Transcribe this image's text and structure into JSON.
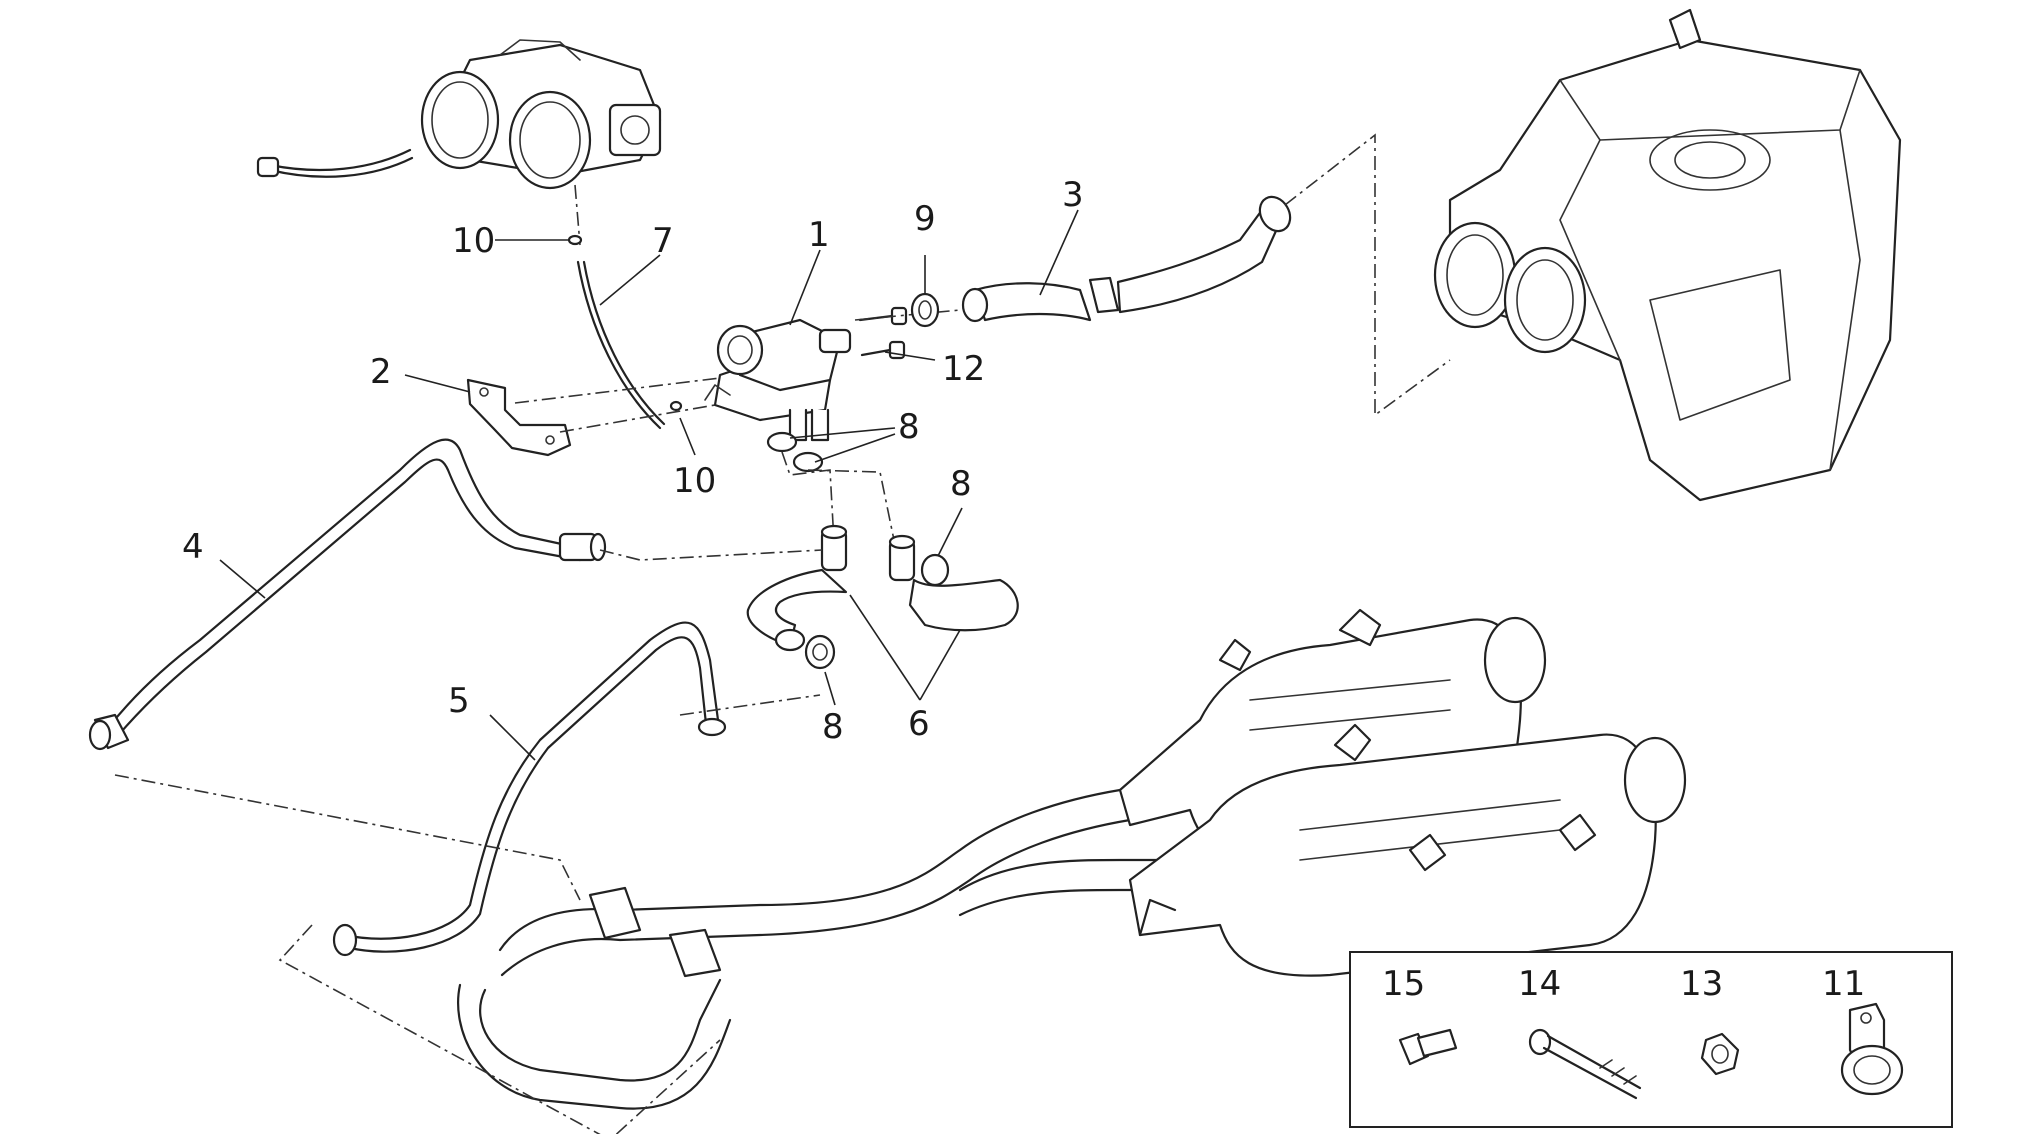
{
  "callouts": {
    "c1": "1",
    "c2": "2",
    "c3": "3",
    "c4": "4",
    "c5": "5",
    "c6": "6",
    "c7": "7",
    "c8a": "8",
    "c8b": "8",
    "c8c": "8",
    "c9": "9",
    "c10a": "10",
    "c10b": "10",
    "c12": "12"
  },
  "inset": {
    "items": [
      {
        "label": "15"
      },
      {
        "label": "14"
      },
      {
        "label": "13"
      },
      {
        "label": "11"
      }
    ]
  }
}
